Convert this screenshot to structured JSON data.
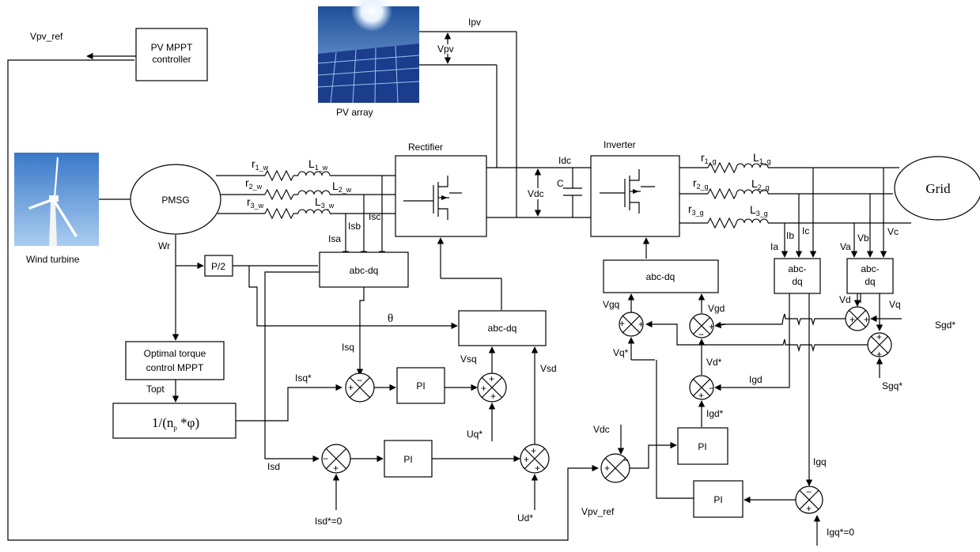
{
  "labels": {
    "vpv_ref_top": "Vpv_ref",
    "pv_mppt_1": "PV MPPT",
    "pv_mppt_2": "controller",
    "ipv": "Ipv",
    "vpv": "Vpv",
    "pv_array": "PV array",
    "wind_turbine": "Wind turbine",
    "pmsg": "PMSG",
    "wr": "Wr",
    "rectifier": "Rectifier",
    "inverter": "Inverter",
    "grid": "Grid",
    "idc": "Idc",
    "cap": "C",
    "vdc": "Vdc",
    "isa": "Isa",
    "isb": "Isb",
    "isc": "Isc",
    "ia": "Ia",
    "ib": "Ib",
    "ic": "Ic",
    "va": "Va",
    "vb": "Vb",
    "vc": "Vc",
    "p2": "P/2",
    "abc_dq": "abc-dq",
    "abc": "abc-",
    "dq": "dq",
    "theta": "θ",
    "opt_1": "Optimal torque",
    "opt_2": "control MPPT",
    "topt": "Topt",
    "gain_pre": "1/(n",
    "gain_sub": "p",
    "gain_post": " *φ)",
    "isq": "Isq",
    "isq_ref": "Isq*",
    "isd": "Isd",
    "isd_ref": "Isd*=0",
    "vsq": "Vsq",
    "vsd": "Vsd",
    "uq": "Uq*",
    "ud": "Ud*",
    "pi": "PI",
    "vgq": "Vgq",
    "vgd": "Vgd",
    "vd": "Vd",
    "vq": "Vq",
    "sgd": "Sgd*",
    "sgq": "Sgq*",
    "vq_ref": "Vq*",
    "vd_ref": "Vd*",
    "igd": "Igd",
    "igd_ref": "Igd*",
    "igq": "Igq",
    "igq_ref": "Igq*=0",
    "vdc2": "Vdc",
    "vpv_ref_bottom": "Vpv_ref",
    "r": "r",
    "L": "L",
    "w1": "1_w",
    "w2": "2_w",
    "w3": "3_w",
    "g1": "1_g",
    "g2": "2_g",
    "g3": "3_g",
    "plus": "+",
    "minus": "−"
  }
}
